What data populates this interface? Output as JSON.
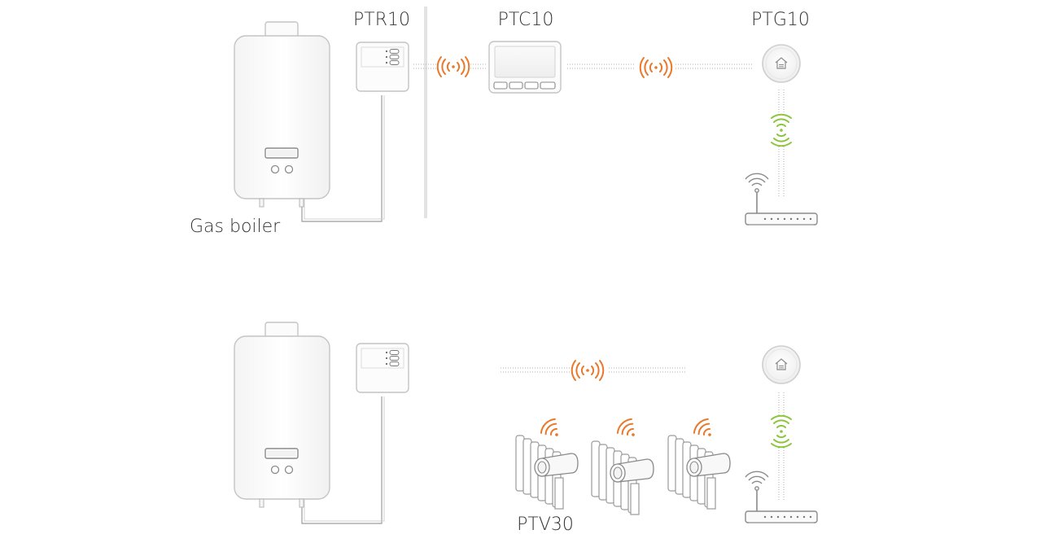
{
  "labels": {
    "receiver": "PTR10",
    "controller": "PTC10",
    "gateway": "PTG10",
    "boiler": "Gas boiler",
    "valves": "PTV30"
  },
  "colors": {
    "rf_signal": "#e8792b",
    "wifi_signal": "#8cc63f",
    "outline": "#c4c4c4",
    "dark_outline": "#8a8a8a",
    "text": "#333333",
    "divider": "#e6e6e6"
  },
  "icons": {
    "rf": "radio-waves-icon",
    "wifi": "wifi-waves-icon",
    "router": "router-icon",
    "home": "home-icon"
  }
}
